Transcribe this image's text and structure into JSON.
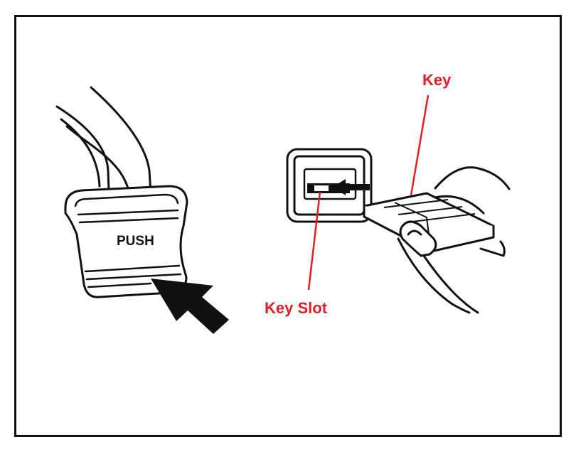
{
  "pedal": {
    "text": "PUSH"
  },
  "labels": {
    "key": "Key",
    "key_slot": "Key Slot"
  },
  "colors": {
    "label": "#e31e24",
    "line": "#111111",
    "frame": "#111111"
  }
}
